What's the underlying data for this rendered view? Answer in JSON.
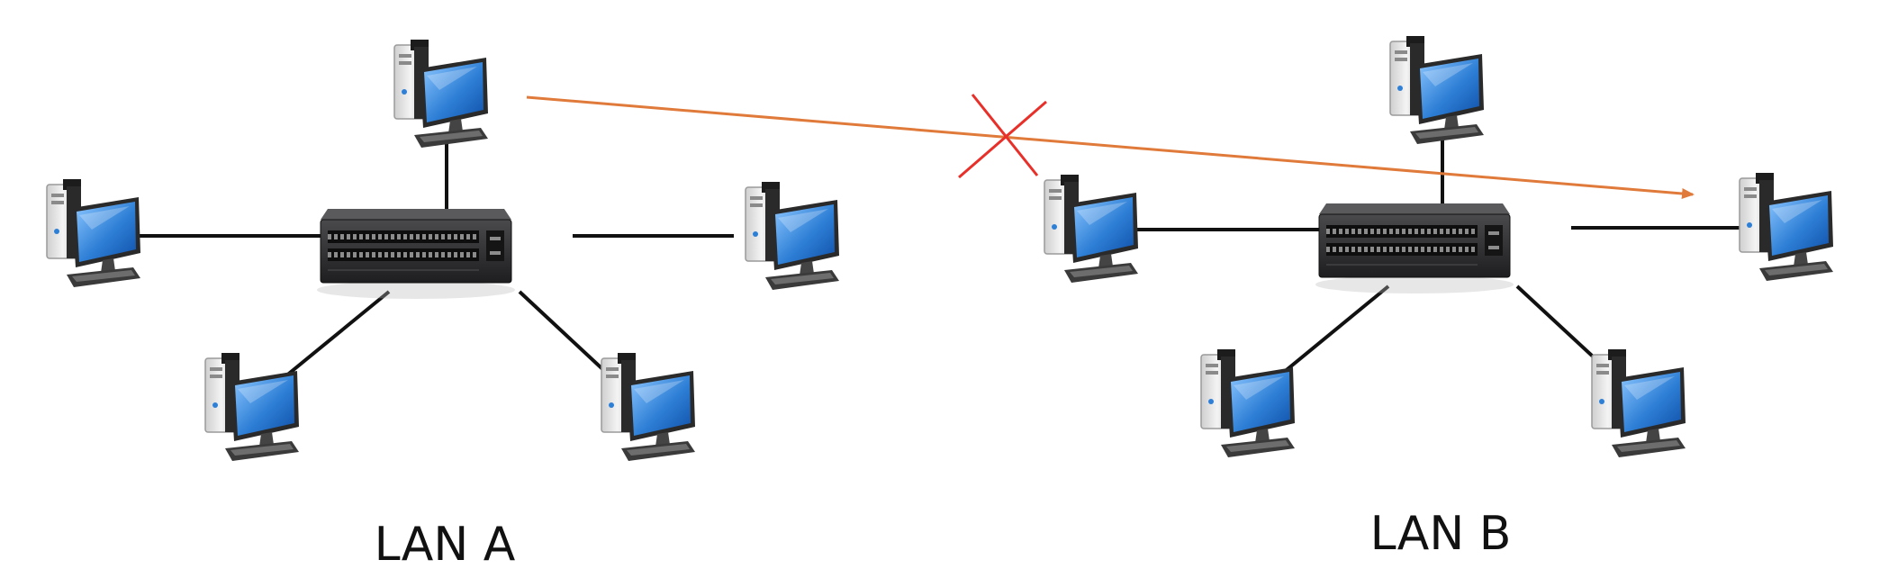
{
  "lans": [
    {
      "id": "lan-a",
      "label": "LAN A",
      "switch_count": 1,
      "computer_count": 5
    },
    {
      "id": "lan-b",
      "label": "LAN B",
      "switch_count": 1,
      "computer_count": 5
    }
  ],
  "icons": {
    "computer": "desktop-computer-icon",
    "switch": "network-switch-icon",
    "blocked": "cross-mark-icon"
  },
  "colors": {
    "cable": "#111111",
    "arrow": "#e07a3a",
    "cross": "#e8302a",
    "screen": "#2e7fd6",
    "tower": "#e8e8e8",
    "switch_body": "#2c2c2e"
  },
  "connection": {
    "from": "lan-a",
    "to": "lan-b",
    "status": "blocked"
  }
}
